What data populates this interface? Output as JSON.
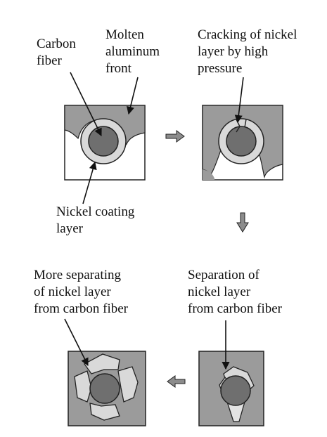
{
  "labels": {
    "carbon_fiber": [
      "Carbon",
      "fiber"
    ],
    "molten_front": [
      "Molten",
      "aluminum",
      "front"
    ],
    "cracking": [
      "Cracking of nickel",
      "layer by high",
      "pressure"
    ],
    "nickel_coating": [
      "Nickel coating",
      "layer"
    ],
    "more_separating": [
      "More separating",
      "of nickel layer",
      "from carbon fiber"
    ],
    "separation": [
      "Separation of",
      "nickel layer",
      "from carbon fiber"
    ]
  },
  "colors": {
    "aluminum": "#9b9b9b",
    "fiber": "#6f6f6f",
    "nickel": "#d9d9d9",
    "nickel_fragment": "#cfcfcf",
    "outline": "#222222",
    "arrow_fill": "#8c8c8c"
  }
}
